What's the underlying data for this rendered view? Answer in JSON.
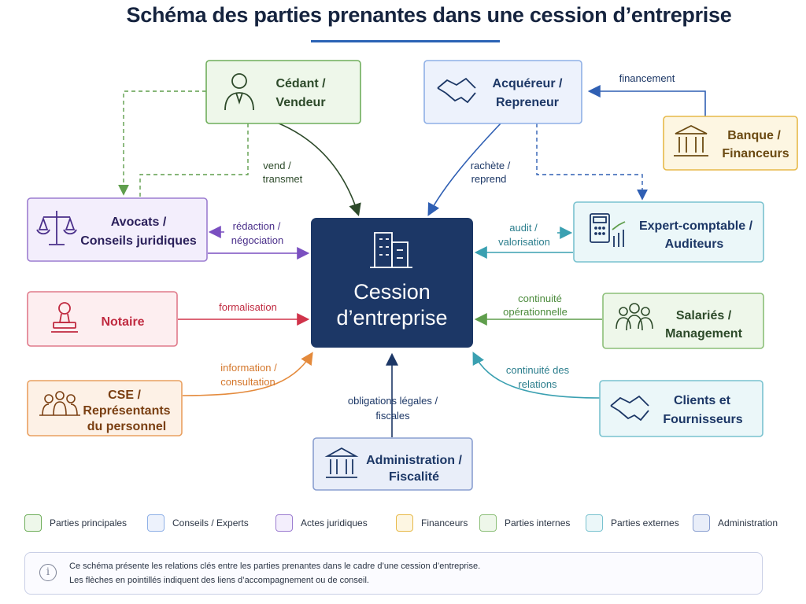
{
  "title": "Schéma des parties prenantes dans une cession d’entreprise",
  "colors": {
    "green": "#5f9e4c",
    "green_fill": "#eef7ea",
    "blue": "#2f5fb3",
    "blue_fill": "#edf2fc",
    "purple": "#7a4fc0",
    "purple_fill": "#f3eefc",
    "red": "#d0334a",
    "red_fill": "#fdeef0",
    "orange": "#e48a3c",
    "orange_fill": "#fdf1e6",
    "gold": "#e7b949",
    "gold_fill": "#fdf6e2",
    "teal": "#4fb0c0",
    "teal_fill": "#ebf7f9",
    "navy": "#1c3766",
    "dark_arrow": "#3a5a3a"
  },
  "nodes": {
    "center": {
      "label_1": "Cession",
      "label_2": "d’entreprise",
      "icon": "building-icon"
    },
    "cedant": {
      "label_1": "Cédant /",
      "label_2": "Vendeur",
      "icon": "person-icon"
    },
    "acquereur": {
      "label_1": "Acquéreur /",
      "label_2": "Repreneur",
      "icon": "handshake-icon"
    },
    "banque": {
      "label_1": "Banque /",
      "label_2": "Financeurs",
      "icon": "bank-icon"
    },
    "avocats": {
      "label_1": "Avocats /",
      "label_2": "Conseils juridiques",
      "icon": "scales-icon"
    },
    "expert": {
      "label_1": "Expert-comptable /",
      "label_2": "Auditeurs",
      "icon": "calculator-chart-icon"
    },
    "notaire": {
      "label_1": "Notaire",
      "icon": "stamp-icon"
    },
    "salaries": {
      "label_1": "Salariés /",
      "label_2": "Management",
      "icon": "team-icon"
    },
    "cse": {
      "label_1": "CSE /",
      "label_2": "Représentants",
      "label_3": "du personnel",
      "icon": "group-icon"
    },
    "clients": {
      "label_1": "Clients et",
      "label_2": "Fournisseurs",
      "icon": "handshake-icon"
    },
    "administration": {
      "label_1": "Administration /",
      "label_2": "Fiscalité",
      "icon": "government-icon"
    }
  },
  "edges": {
    "vend": {
      "line_1": "vend /",
      "line_2": "transmet"
    },
    "rachete": {
      "line_1": "rachète /",
      "line_2": "reprend"
    },
    "financement": {
      "line_1": "financement"
    },
    "redaction": {
      "line_1": "rédaction /",
      "line_2": "négociation"
    },
    "audit": {
      "line_1": "audit /",
      "line_2": "valorisation"
    },
    "formalisation": {
      "line_1": "formalisation"
    },
    "continuite_op": {
      "line_1": "continuité",
      "line_2": "opérationnelle"
    },
    "information": {
      "line_1": "information /",
      "line_2": "consultation"
    },
    "continuite_rel": {
      "line_1": "continuité des",
      "line_2": "relations"
    },
    "obligations": {
      "line_1": "obligations légales /",
      "line_2": "fiscales"
    }
  },
  "legend": [
    {
      "label": "Parties principales",
      "color": "#6fae5b",
      "fill": "#eef7ea"
    },
    {
      "label": "Conseils / Experts",
      "color": "#8fb0e6",
      "fill": "#edf2fc"
    },
    {
      "label": "Actes juridiques",
      "color": "#9c7dd0",
      "fill": "#f3eefc"
    },
    {
      "label": "Financeurs",
      "color": "#e7b949",
      "fill": "#fdf6e2"
    },
    {
      "label": "Parties internes",
      "color": "#8cbf78",
      "fill": "#eef7ea"
    },
    {
      "label": "Parties externes",
      "color": "#79c2cf",
      "fill": "#ebf7f9"
    },
    {
      "label": "Administration",
      "color": "#8a9fd0",
      "fill": "#e9eef9"
    }
  ],
  "note": {
    "icon": "info-icon",
    "line_1": "Ce schéma présente les relations clés entre les parties prenantes dans le cadre d’une cession d’entreprise.",
    "line_2": "Les flèches en pointillés indiquent des liens d’accompagnement ou de conseil."
  }
}
